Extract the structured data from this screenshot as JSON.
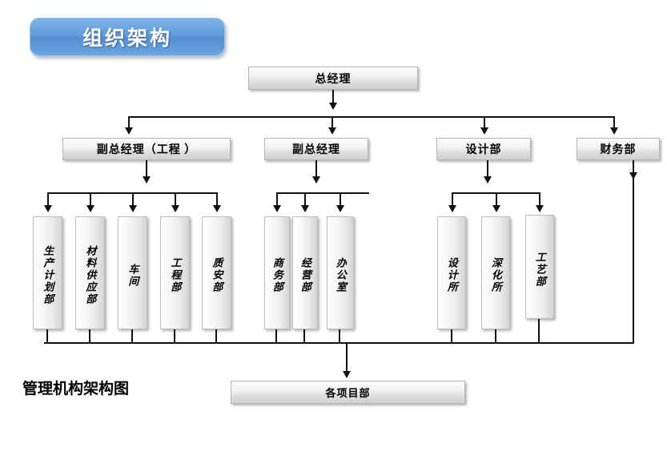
{
  "title_badge": {
    "label": "组织架构"
  },
  "caption": {
    "text": "管理机构架构图"
  },
  "colors": {
    "badge_blue": "#5e9bdb",
    "box_grey": "#e2e2e2",
    "line_black": "#111111",
    "text_black": "#000000",
    "background": "#ffffff"
  },
  "chart_data": {
    "type": "diagram",
    "diagram_kind": "org-chart",
    "title": "组织架构",
    "caption": "管理机构架构图",
    "levels": [
      {
        "level": 1,
        "nodes": [
          "总经理"
        ]
      },
      {
        "level": 2,
        "nodes": [
          "副总经理（工程 ）",
          "副总经理",
          "设计部",
          "财务部"
        ]
      },
      {
        "level": 3,
        "nodes": [
          "生产计划部",
          "材料供应部",
          "车间",
          "工程部",
          "质安部",
          "商务部",
          "经营部",
          "办公室",
          "设计所",
          "深化所",
          "工艺部"
        ]
      },
      {
        "level": 4,
        "nodes": [
          "各项目部"
        ]
      }
    ],
    "edges": [
      {
        "from": "总经理",
        "to": "副总经理（工程 ）"
      },
      {
        "from": "总经理",
        "to": "副总经理"
      },
      {
        "from": "总经理",
        "to": "设计部"
      },
      {
        "from": "总经理",
        "to": "财务部"
      },
      {
        "from": "副总经理（工程 ）",
        "to": "生产计划部"
      },
      {
        "from": "副总经理（工程 ）",
        "to": "材料供应部"
      },
      {
        "from": "副总经理（工程 ）",
        "to": "车间"
      },
      {
        "from": "副总经理（工程 ）",
        "to": "工程部"
      },
      {
        "from": "副总经理（工程 ）",
        "to": "质安部"
      },
      {
        "from": "副总经理",
        "to": "商务部"
      },
      {
        "from": "副总经理",
        "to": "经营部"
      },
      {
        "from": "副总经理",
        "to": "办公室"
      },
      {
        "from": "设计部",
        "to": "设计所"
      },
      {
        "from": "设计部",
        "to": "深化所"
      },
      {
        "from": "设计部",
        "to": "工艺部"
      },
      {
        "from": "生产计划部",
        "to": "各项目部"
      },
      {
        "from": "材料供应部",
        "to": "各项目部"
      },
      {
        "from": "车间",
        "to": "各项目部"
      },
      {
        "from": "工程部",
        "to": "各项目部"
      },
      {
        "from": "质安部",
        "to": "各项目部"
      },
      {
        "from": "商务部",
        "to": "各项目部"
      },
      {
        "from": "经营部",
        "to": "各项目部"
      },
      {
        "from": "办公室",
        "to": "各项目部"
      },
      {
        "from": "设计所",
        "to": "各项目部"
      },
      {
        "from": "深化所",
        "to": "各项目部"
      },
      {
        "from": "工艺部",
        "to": "各项目部"
      },
      {
        "from": "财务部",
        "to": "各项目部"
      }
    ]
  },
  "nodes": {
    "ceo": {
      "label": "总经理"
    },
    "vp_eng": {
      "label": "副总经理（工程 ）"
    },
    "vp_gen": {
      "label": "副总经理"
    },
    "design_dept": {
      "label": "设计部"
    },
    "finance_dept": {
      "label": "财务部"
    },
    "production_plan": {
      "label": "生产计划部"
    },
    "material_supply": {
      "label": "材料供应部"
    },
    "workshop": {
      "label": "车间"
    },
    "engineering": {
      "label": "工程部"
    },
    "quality_safety": {
      "label": "质安部"
    },
    "business": {
      "label": "商务部"
    },
    "operations": {
      "label": "经营部"
    },
    "office": {
      "label": "办公室"
    },
    "design_institute": {
      "label": "设计所"
    },
    "detailing_institute": {
      "label": "深化所"
    },
    "process_dept": {
      "label": "工艺部"
    },
    "project_depts": {
      "label": "各项目部"
    }
  }
}
